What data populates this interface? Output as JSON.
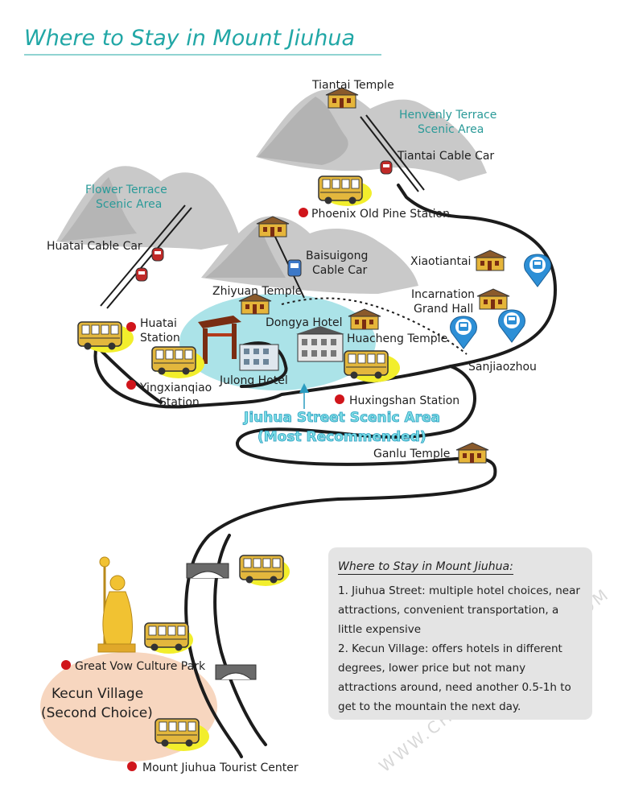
{
  "title": "Where to Stay in Mount Jiuhua",
  "scenic_areas": {
    "tiantai_temple": "Tiantai Temple",
    "heavenly_terrace_line1": "Henvenly Terrace",
    "heavenly_terrace_line2": "Scenic Area",
    "flower_terrace_line1": "Flower Terrace",
    "flower_terrace_line2": "Scenic Area"
  },
  "cable_cars": {
    "tiantai": "Tiantai Cable Car",
    "huatai": "Huatai Cable Car",
    "baisuigong_line1": "Baisuigong",
    "baisuigong_line2": "Cable Car"
  },
  "stations": {
    "phoenix": "Phoenix Old Pine Station",
    "huatai_line1": "Huatai",
    "huatai_line2": "Station",
    "yingxiangiao_line1": "Yingxianqiao",
    "yingxiangiao_line2": "Station",
    "huxingshan": "Huxingshan Station",
    "great_vow": "Great Vow Culture Park",
    "tourist_center": "Mount Jiuhua Tourist Center"
  },
  "places": {
    "xiaotiantai": "Xiaotiantai",
    "incarnation_line1": "Incarnation",
    "incarnation_line2": "Grand Hall",
    "zhiyuan": "Zhiyuan Temple",
    "dongya": "Dongya Hotel",
    "huacheng": "Huacheng Temple",
    "julong": "Julong Hotel",
    "sanjiaozhou": "Sanjiaozhou",
    "ganlu": "Ganlu Temple"
  },
  "areas": {
    "jiuhua_street_line1": "Jiuhua Street Scenic Area",
    "jiuhua_street_line2": "(Most Recommended)",
    "kecun_line1": "Kecun Village",
    "kecun_line2": "(Second Choice)"
  },
  "info_box": {
    "title": "Where to Stay in Mount Jiuhua:",
    "items": [
      "1. Jiuhua Street: multiple hotel choices, near attractions, convenient transportation, a little expensive",
      "2. Kecun Village: offers hotels in different degrees, lower price but not many attractions around, need another 0.5-1h to get to the mountain the next day."
    ]
  },
  "watermark": "WWW.CHINADISCOVERY.COM",
  "icons": {
    "bus": "bus-icon",
    "temple": "temple-icon",
    "bus_stop_pin": "bus-stop-pin-icon",
    "station_dot": "station-dot-icon",
    "cable_car": "cable-car-icon",
    "gate": "paifang-gate-icon",
    "statue": "buddha-statue-icon",
    "bridge": "bridge-icon"
  },
  "colors": {
    "title": "#21a7a6",
    "scenic_label": "#2a9a98",
    "street_area": "#8fd9e0",
    "kecun_area": "#f6cfb4",
    "station_dot": "#d0151b",
    "bus_body": "#e3b73d",
    "bus_highlight": "#f2ee2c",
    "pin": "#2d8fd6",
    "road": "#1c1c1c"
  }
}
